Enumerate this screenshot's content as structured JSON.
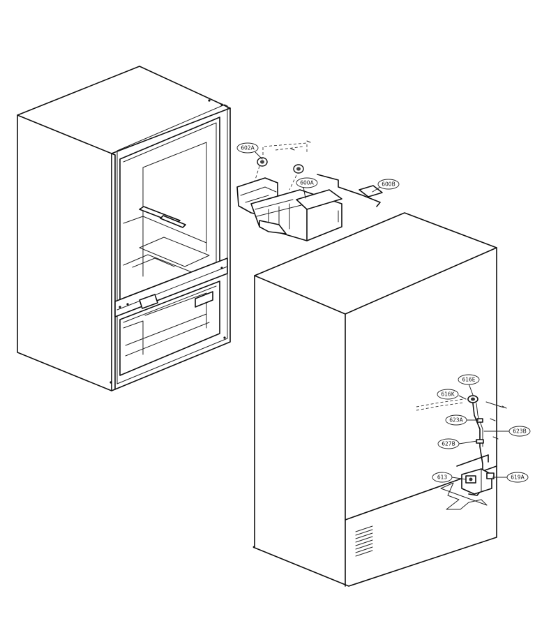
{
  "parts": [
    {
      "id": "part-602a",
      "label": "602A"
    },
    {
      "id": "part-600a",
      "label": "600A"
    },
    {
      "id": "part-600b",
      "label": "600B"
    },
    {
      "id": "part-616e",
      "label": "616E"
    },
    {
      "id": "part-616k",
      "label": "616K"
    },
    {
      "id": "part-623a",
      "label": "623A"
    },
    {
      "id": "part-623b",
      "label": "623B"
    },
    {
      "id": "part-627b",
      "label": "627B"
    },
    {
      "id": "part-613",
      "label": "613"
    },
    {
      "id": "part-619a",
      "label": "619A"
    }
  ]
}
